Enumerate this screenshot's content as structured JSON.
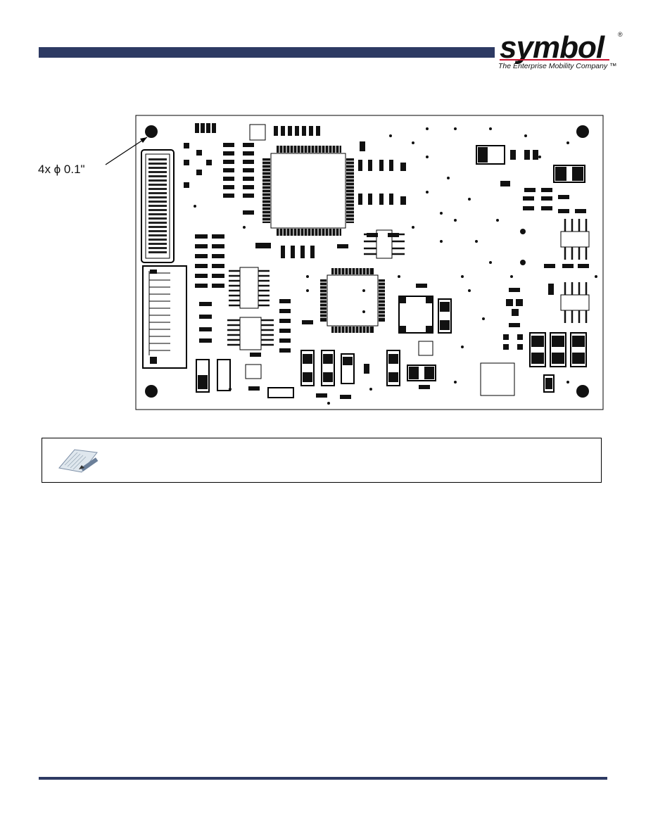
{
  "header": {
    "logo": {
      "wordmark": "symbol",
      "registered": "®",
      "tagline": "The Enterprise Mobility Company ™"
    }
  },
  "figure": {
    "callout": "4x ϕ 0.1\"",
    "icon": "pcb-board-outline"
  },
  "note": {
    "icon": "note-pencil-icon",
    "text": ""
  },
  "colors": {
    "bar": "#2d3a63",
    "logo_red": "#c8102e"
  }
}
